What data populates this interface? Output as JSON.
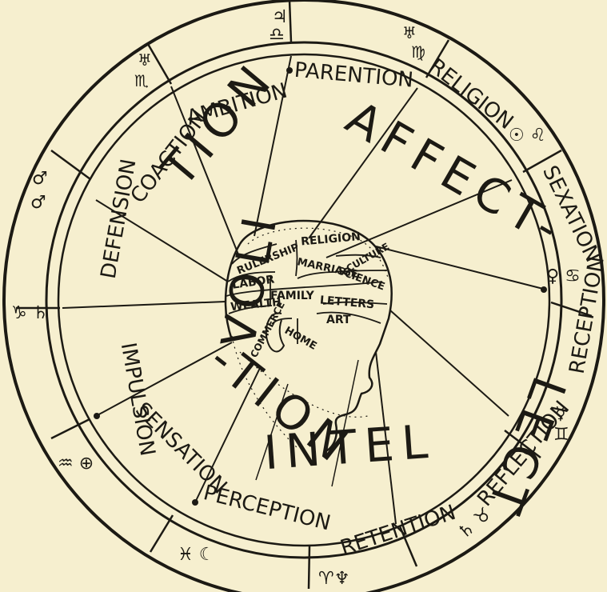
{
  "colors": {
    "paper": "#f6efcf",
    "ink": "#1c1a14"
  },
  "signs": [
    "♃\n♎",
    "♅\n♍",
    "☉ ♌",
    "♀ ♋",
    "☿\n♊",
    "♄\n♉",
    "♆\n♈",
    "♓ ☾",
    "♒ ⊕",
    "♑ ♄",
    "♂\n♂",
    "♅\n♏"
  ],
  "faculties": [
    "PARENTION",
    "RELIGION",
    "SEXATION",
    "RECEPTION",
    "REFLECTION",
    "RETENTION",
    "PERCEPTION",
    "SENSATION",
    "IMPULSION",
    "DEFENSION",
    "COACTION",
    "AMBITION"
  ],
  "big_words": {
    "affect": "AFFECT-",
    "intellect_right": "LECT",
    "intellect_bottom": "INTEL",
    "volition_left": "VOLI",
    "volition_tion": "TION",
    "volition_bottom": "-TION"
  },
  "head_labels": {
    "rulership": "RULERSHIP",
    "religion": "RELIGION",
    "marriage": "MARRIAGE",
    "culture": "CULTURE",
    "science": "SCIENCE",
    "letters": "LETTERS",
    "art": "ART",
    "labor": "LABOR",
    "family": "FAMILY",
    "wealth": "WEALTH",
    "commerce": "COMMERCE",
    "home": "HOME"
  }
}
